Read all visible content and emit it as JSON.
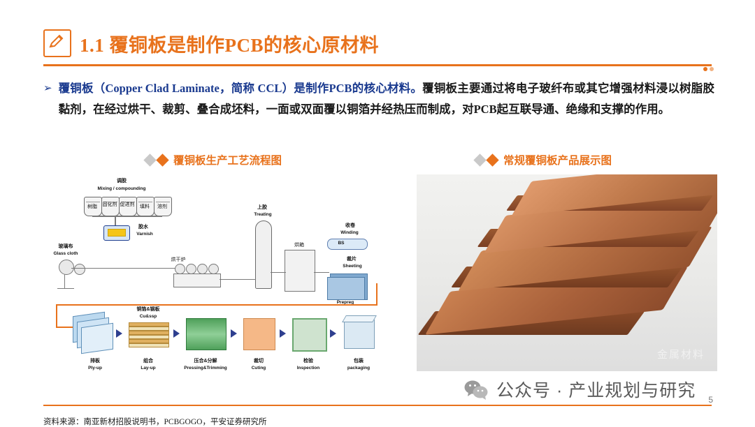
{
  "title": {
    "number": "1.1",
    "text": "1.1 覆铜板是制作PCB的核心原材料",
    "icon": "pencil-icon",
    "accent": "#e8721c"
  },
  "body": {
    "bullet_marker": "➢",
    "segments": [
      {
        "text": "覆铜板（Copper Clad Laminate，简称 CCL）是制作PCB的核心材料。",
        "style": "highlight"
      },
      {
        "text": "覆铜板主要通过将电子玻纤布或其它增强材料浸以树脂胶黏剂，在经过烘干、裁剪、叠合成坯料，一面或双面覆以铜箔并经热压而制成，对PCB起互联导通、绝缘和支撑的作用。",
        "style": "plain"
      }
    ],
    "highlight_color": "#1a3a8f"
  },
  "sections": {
    "left": {
      "label": "覆铜板生产工艺流程图"
    },
    "right": {
      "label": "常规覆铜板产品展示图"
    }
  },
  "diagram": {
    "labels": {
      "mixing_cn": "调胶",
      "mixing_en": "Mixing / compounding",
      "ingredients": [
        "树脂",
        "固化剂",
        "促进剂",
        "填料",
        "溶剂"
      ],
      "varnish_cn": "胶水",
      "varnish_en": "Varnish",
      "glass_cn": "玻璃布",
      "glass_en": "Glass cloth",
      "treating_cn": "上胶",
      "treating_en": "Treating",
      "winding_cn": "收卷",
      "winding_en": "Winding",
      "bs": "BS",
      "sheeting_cn": "裁片",
      "sheeting_en": "Sheeting",
      "prepreg": "Prepreg",
      "dryer_cn": "烘干炉",
      "oven_cn": "烘箱",
      "steps": [
        {
          "cn": "排板",
          "en": "Ply-up"
        },
        {
          "cn": "组合",
          "en": "Lay-up"
        },
        {
          "cn": "压合&分解",
          "en": "Pressing&Trimming"
        },
        {
          "cn": "裁切",
          "en": "Cuting"
        },
        {
          "cn": "检验",
          "en": "Inspection"
        },
        {
          "cn": "包装",
          "en": "packaging"
        }
      ],
      "copper_cn": "铜箔&钢板",
      "copper_en": "Cu&ssp"
    }
  },
  "footer": {
    "source": "资料来源：南亚新材招股说明书，PCBGOGO，平安证券研究所",
    "page": "5",
    "wechat": "公众号 · 产业规划与研究"
  },
  "photo": {
    "watermark": "金属材料"
  }
}
